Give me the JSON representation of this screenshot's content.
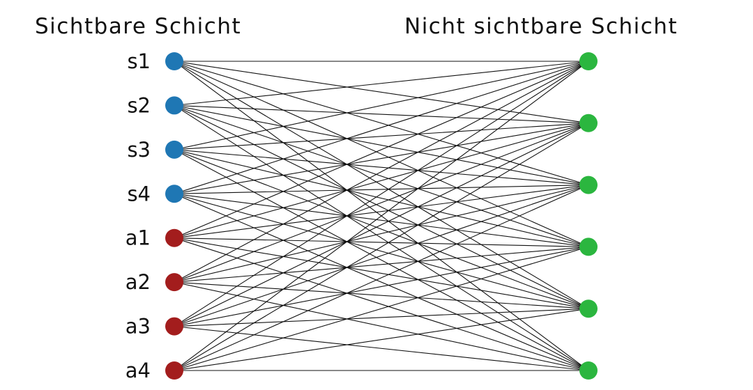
{
  "titles": {
    "visible_layer": "Sichtbare Schicht",
    "hidden_layer": "Nicht sichtbare Schicht"
  },
  "visible_nodes": [
    {
      "label": "s1",
      "color": "#1f77b4"
    },
    {
      "label": "s2",
      "color": "#1f77b4"
    },
    {
      "label": "s3",
      "color": "#1f77b4"
    },
    {
      "label": "s4",
      "color": "#1f77b4"
    },
    {
      "label": "a1",
      "color": "#a31d1d"
    },
    {
      "label": "a2",
      "color": "#a31d1d"
    },
    {
      "label": "a3",
      "color": "#a31d1d"
    },
    {
      "label": "a4",
      "color": "#a31d1d"
    }
  ],
  "hidden_nodes": [
    {
      "color": "#2bb63f"
    },
    {
      "color": "#2bb63f"
    },
    {
      "color": "#2bb63f"
    },
    {
      "color": "#2bb63f"
    },
    {
      "color": "#2bb63f"
    },
    {
      "color": "#2bb63f"
    }
  ],
  "connectivity": "fully-connected"
}
